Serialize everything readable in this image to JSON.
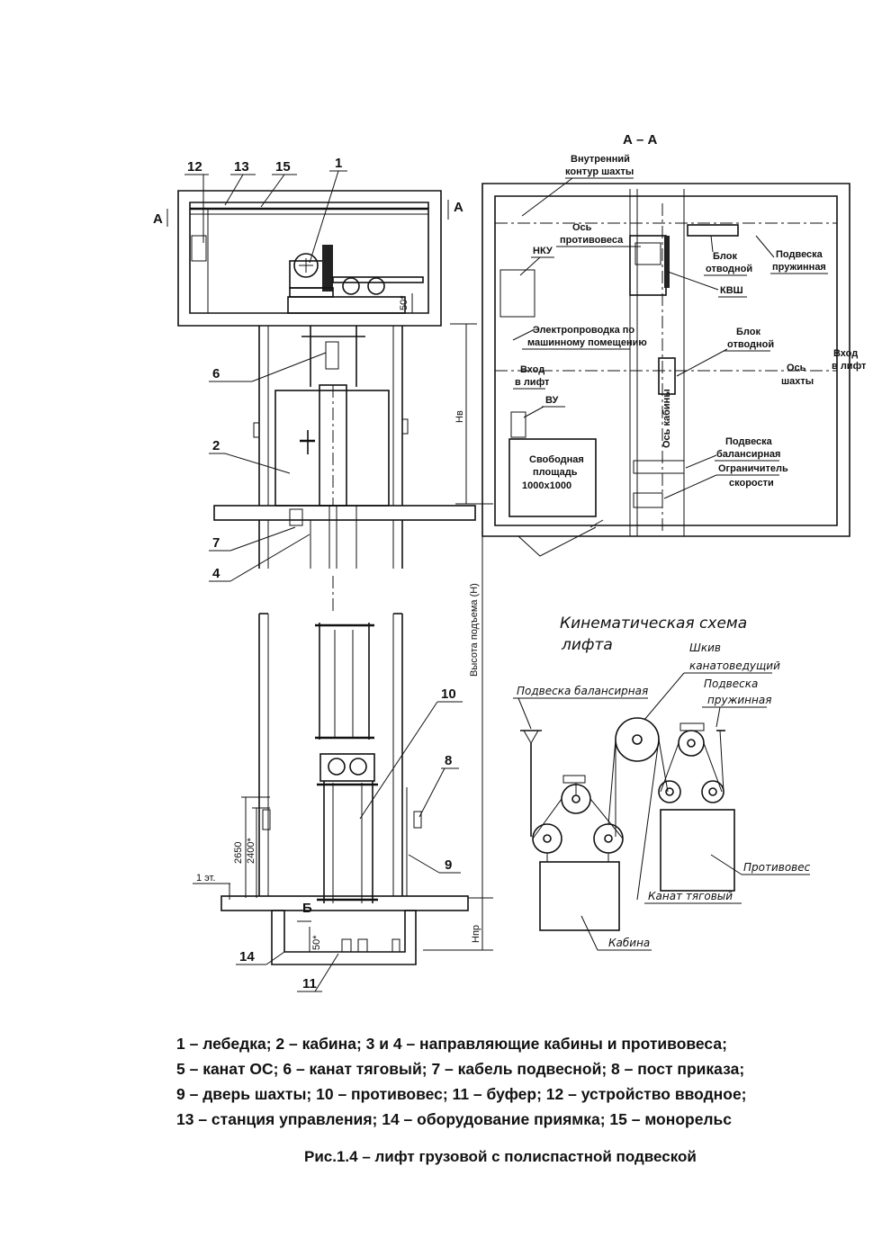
{
  "section_title": "А – А",
  "callouts": {
    "n1": "1",
    "n2": "2",
    "n4": "4",
    "n6": "6",
    "n7": "7",
    "n8": "8",
    "n9": "9",
    "n10": "10",
    "n11": "11",
    "n12": "12",
    "n13": "13",
    "n14": "14",
    "n15": "15"
  },
  "section_marks": {
    "a_left": "А",
    "a_right": "А",
    "b": "Б"
  },
  "dims": {
    "h_b": "Нв",
    "travel": "Высота подъема (Н)",
    "h_pr": "Нпр",
    "d50_top": "50*",
    "d50_pit": "50*",
    "d2650": "2650",
    "d2400": "2400*",
    "floor1": "1 эт."
  },
  "plan_labels": {
    "inner_contour_1": "Внутренний",
    "inner_contour_2": "контур шахты",
    "cw_axis_1": "Ось",
    "cw_axis_2": "противовеса",
    "nku": "НКУ",
    "pulley_1_a": "Блок",
    "pulley_1_b": "отводной",
    "spring_1": "Подвеска",
    "spring_2": "пружинная",
    "kvsh": "КВШ",
    "wiring_1": "Электропроводка по",
    "wiring_2": "машинному помещению",
    "pulley_2_a": "Блок",
    "pulley_2_b": "отводной",
    "entry_mach_1": "Вход",
    "entry_mach_2": "в лифт",
    "entry_lift_1": "Вход",
    "entry_lift_2": "в лифт",
    "shaft_axis_1": "Ось",
    "shaft_axis_2": "шахты",
    "vu": "ВУ",
    "car_axis": "Ось кабины",
    "balance_1": "Подвеска",
    "balance_2": "балансирная",
    "governor_1": "Ограничитель",
    "governor_2": "скорости",
    "free_1": "Свободная",
    "free_2": "площадь",
    "free_3": "1000х1000"
  },
  "kinematic": {
    "title_1": "Кинематическая схема",
    "title_2": "лифта",
    "sheave_1": "Шкив",
    "sheave_2": "канатоведущий",
    "balance": "Подвеска балансирная",
    "spring_1": "Подвеска",
    "spring_2": "пружинная",
    "counterweight": "Противовес",
    "rope": "Канат тяговый",
    "car": "Кабина"
  },
  "legend": [
    "1 – лебедка; 2 – кабина; 3 и 4 – направляющие кабины и противовеса;",
    "5 – канат ОС; 6 – канат тяговый; 7 – кабель подвесной; 8 – пост приказа;",
    "9 – дверь шахты; 10 – противовес; 11 – буфер; 12 – устройство вводное;",
    "13 – станция управления; 14 – оборудование приямка; 15 – монорельс"
  ],
  "caption": "Рис.1.4 – лифт грузовой с полиспастной подвеской"
}
